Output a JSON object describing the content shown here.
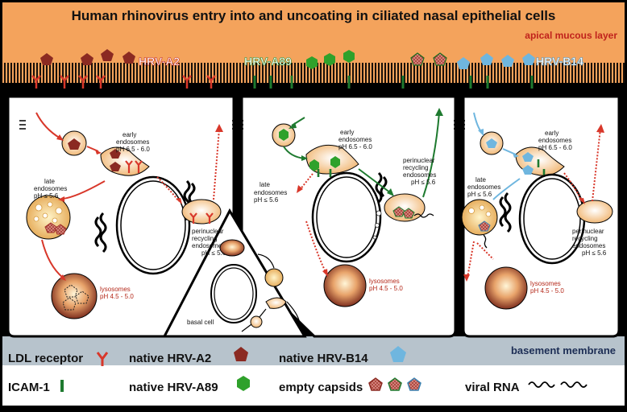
{
  "title": "Human rhinovirus entry into and uncoating in ciliated nasal epithelial cells",
  "apical_label": "apical mucous layer",
  "virus_labels": {
    "a2": "HRV-A2",
    "a89": "HRV-A89",
    "b14": "HRV-B14"
  },
  "cell1": {
    "early": [
      "early",
      "endosomes",
      "pH 6.5 - 6.0"
    ],
    "late": [
      "late",
      "endosomes",
      "pH ≤ 5.6"
    ],
    "recycling": [
      "perinuclear",
      "recycling",
      "endosomes",
      "pH ≤ 5.6"
    ],
    "lysosomes": [
      "lysosomes",
      "pH 4.5 - 5.0"
    ]
  },
  "cell2": {
    "early": [
      "early",
      "endosomes",
      "pH 6.5 - 6.0"
    ],
    "late": [
      "late",
      "endosomes",
      "pH ≤ 5.6"
    ],
    "recycling": [
      "perinuclear",
      "recycling",
      "endosomes",
      "pH ≤ 5.6"
    ],
    "lysosomes": [
      "lysosomes",
      "pH 4.5 - 5.0"
    ]
  },
  "cell3": {
    "early": [
      "early",
      "endosomes",
      "pH 6.5 - 6.0"
    ],
    "late": [
      "late",
      "endosomes",
      "pH ≤ 5.6"
    ],
    "recycling": [
      "perinuclear",
      "recycling",
      "endosomes",
      "pH ≤ 5.6"
    ],
    "lysosomes": [
      "lysosomes",
      "pH 4.5 - 5.0"
    ]
  },
  "basal_cell_label": "basal cell",
  "basement_label": "basement membrane",
  "legend": {
    "ldl": "LDL  receptor",
    "icam": "ICAM-1",
    "native_a2": "native HRV-A2",
    "native_a89": "native HRV-A89",
    "native_b14": "native HRV-B14",
    "empty": "empty capsids",
    "rna": "viral RNA"
  },
  "colors": {
    "apical": "#f4a35c",
    "hrv_a2": "#8b2a22",
    "hrv_a89": "#2fa12b",
    "hrv_b14": "#6fb6df",
    "ldl_receptor": "#d8372a",
    "icam": "#1e7a2f",
    "basement": "#b7c3cc"
  }
}
